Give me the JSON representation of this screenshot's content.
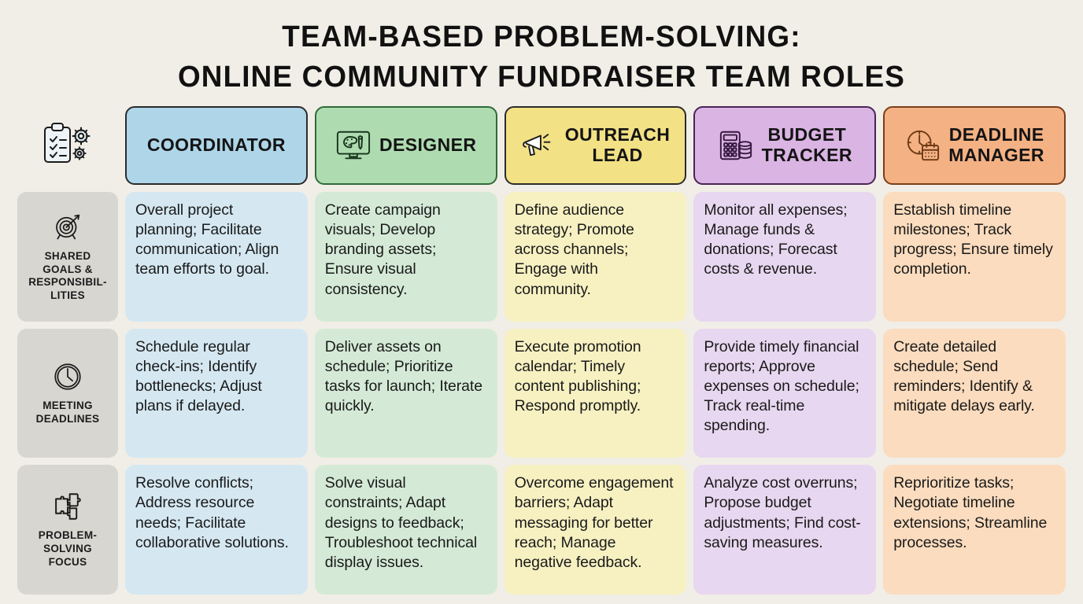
{
  "title": {
    "line1": "TEAM-BASED PROBLEM-SOLVING:",
    "line2": "ONLINE COMMUNITY FUNDRAISER TEAM ROLES"
  },
  "corner": {
    "icon": "clipboard-checklist-gears-icon"
  },
  "colors": {
    "page_background": "#f1eee7",
    "row_header_bg": "#d7d6d1",
    "header_border": "#2b2b2b",
    "text": "#1a1a1a"
  },
  "columns": [
    {
      "label": "COORDINATOR",
      "icon": "",
      "header_bg": "#aed5e8",
      "header_border": "#2b2b2b",
      "cell_bg": "#d5e8f2",
      "icon_color": "#1d1d1d"
    },
    {
      "label": "DESIGNER",
      "icon": "monitor-palette-icon",
      "header_bg": "#aedcb0",
      "header_border": "#2f6b3a",
      "cell_bg": "#d4ead6",
      "icon_color": "#17341c"
    },
    {
      "label": "OUTREACH\nLEAD",
      "icon": "megaphone-icon",
      "header_bg": "#f2e185",
      "header_border": "#2b2b2b",
      "cell_bg": "#f7f1c2",
      "icon_color": "#1d1d1d"
    },
    {
      "label": "BUDGET\nTRACKER",
      "icon": "calculator-coins-icon",
      "header_bg": "#dab4e3",
      "header_border": "#4a2458",
      "cell_bg": "#e8d7f0",
      "icon_color": "#35183f"
    },
    {
      "label": "DEADLINE\nMANAGER",
      "icon": "clock-calendar-icon",
      "header_bg": "#f4b183",
      "header_border": "#7a3f18",
      "cell_bg": "#fbdcbe",
      "icon_color": "#6d3a16"
    }
  ],
  "rows": [
    {
      "label": "SHARED\nGOALS &\nRESPONSIBIL-\nLITIES",
      "icon": "target-arrow-icon",
      "cells": [
        "Overall project planning; Facilitate communication; Align team efforts to goal.",
        "Create campaign visuals; Develop branding assets; Ensure visual consistency.",
        "Define audience strategy; Promote across channels; Engage with community.",
        "Monitor all expenses; Manage funds & donations; Forecast costs & revenue.",
        "Establish timeline milestones; Track progress; Ensure timely completion."
      ]
    },
    {
      "label": "MEETING\nDEADLINES",
      "icon": "clock-icon",
      "cells": [
        "Schedule regular check-ins; Identify bottlenecks; Adjust plans if delayed.",
        "Deliver assets on schedule; Prioritize tasks for launch; Iterate quickly.",
        "Execute promotion calendar; Timely content publishing; Respond promptly.",
        "Provide timely financial reports; Approve expenses on schedule; Track real-time spending.",
        "Create detailed schedule; Send reminders; Identify & mitigate delays early."
      ]
    },
    {
      "label": "PROBLEM-\nSOLVING\nFOCUS",
      "icon": "puzzle-pieces-icon",
      "cells": [
        "Resolve conflicts; Address resource needs; Facilitate collaborative solutions.",
        "Solve visual constraints; Adapt designs to feedback; Troubleshoot technical display issues.",
        "Overcome engagement barriers; Adapt messaging for better reach; Manage negative feedback.",
        "Analyze cost overruns; Propose budget adjustments; Find cost-saving measures.",
        "Reprioritize tasks; Negotiate timeline extensions; Streamline processes."
      ]
    }
  ]
}
